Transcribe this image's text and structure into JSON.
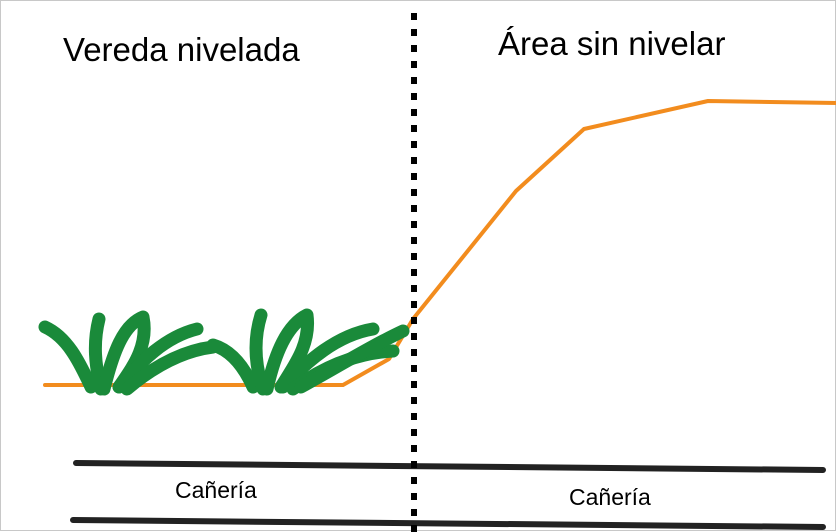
{
  "labels": {
    "left_zone": "Vereda nivelada",
    "right_zone": "Área sin nivelar",
    "pipe_left": "Cañería",
    "pipe_right": "Cañería"
  },
  "colors": {
    "ground_profile": "#f28c1e",
    "grass": "#1a8a3a",
    "divider": "#000000",
    "pipe_lines": "#222222"
  },
  "icons": {
    "vegetation": "grass-tuft"
  }
}
